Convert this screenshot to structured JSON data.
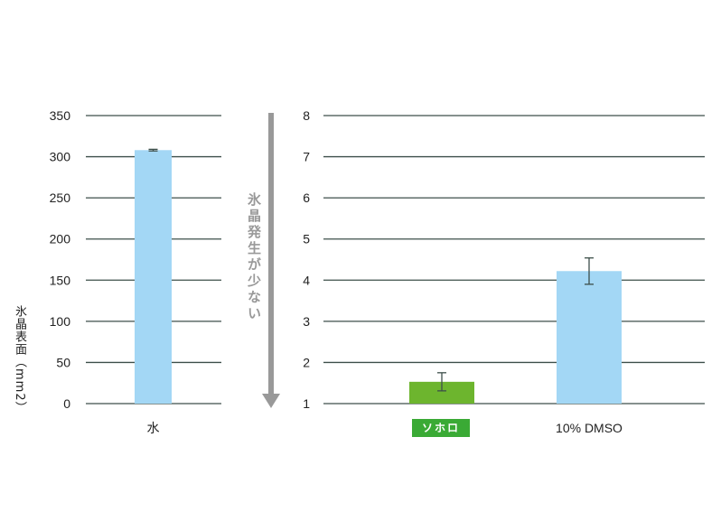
{
  "chart_data": [
    {
      "type": "bar",
      "ylabel": "氷晶表面（mm2）",
      "ylim": [
        0,
        350
      ],
      "yticks": [
        0,
        50,
        100,
        150,
        200,
        250,
        300,
        350
      ],
      "grid": true,
      "categories": [
        "水"
      ],
      "values": [
        308
      ],
      "errors": [
        1
      ],
      "colors": [
        "#a3d7f5"
      ]
    },
    {
      "type": "bar",
      "ylim": [
        1,
        8
      ],
      "yticks": [
        1,
        2,
        3,
        4,
        5,
        6,
        7,
        8
      ],
      "grid": true,
      "categories": [
        "ソホロ",
        "10% DMSO"
      ],
      "values": [
        1.53,
        4.22
      ],
      "errors": [
        0.22,
        0.32
      ],
      "colors": [
        "#6db52e",
        "#a3d7f5"
      ]
    }
  ],
  "annotation": "氷晶発生が少ない",
  "colors": {
    "grid": "#3d4f4a",
    "arrow": "#999999",
    "error": "#3d4f4a"
  }
}
